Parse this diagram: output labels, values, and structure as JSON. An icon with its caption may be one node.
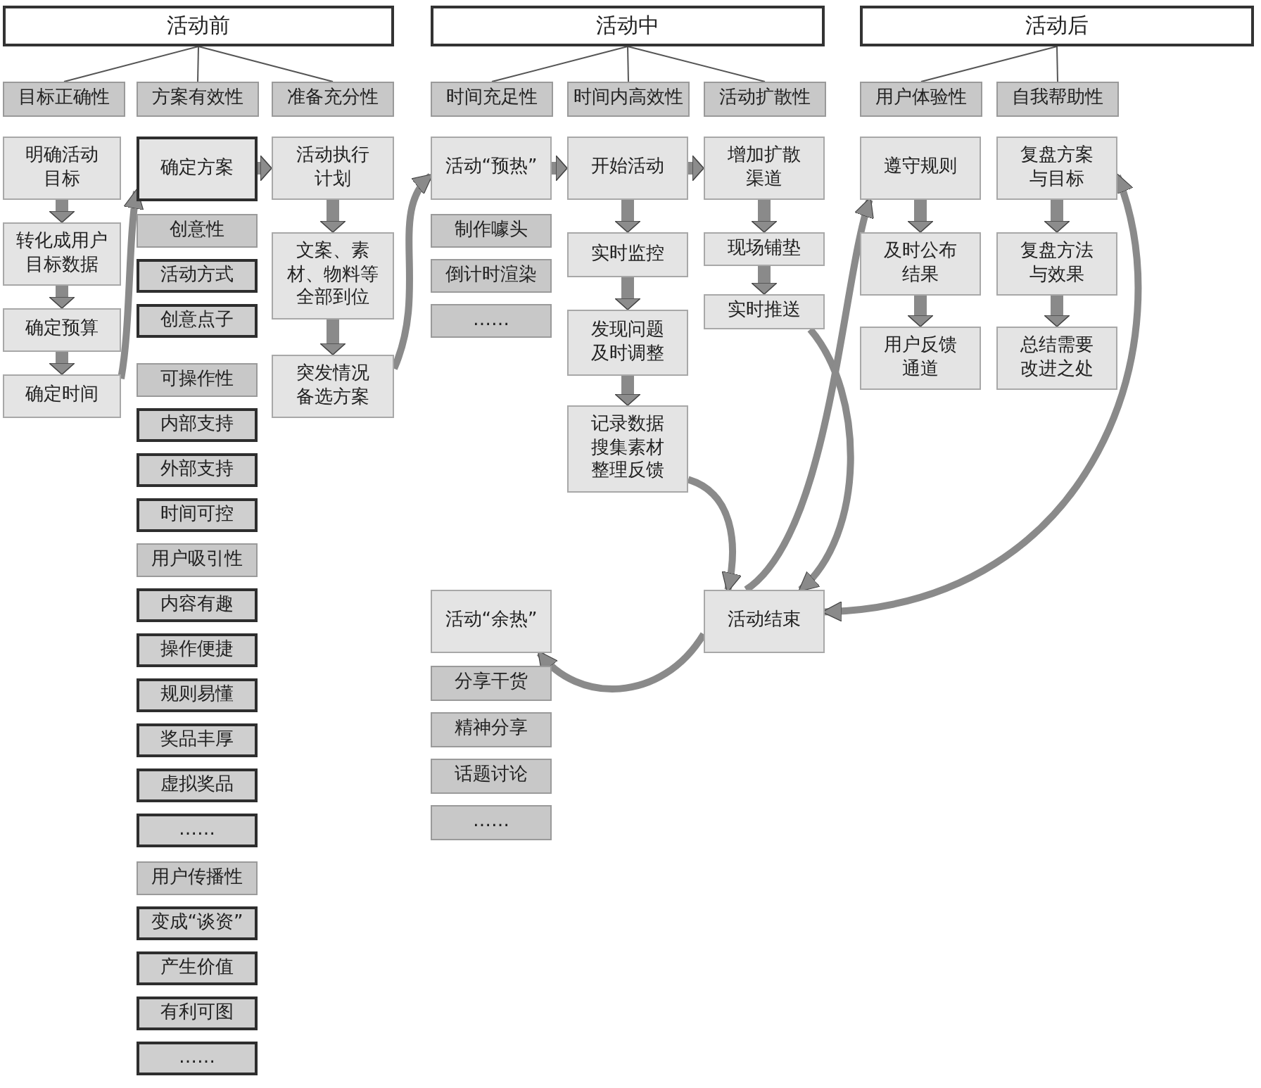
{
  "diagram": {
    "nodes": [
      {
        "text": [
          "活动前"
        ]
      },
      {
        "text": [
          "目标正确性"
        ]
      },
      {
        "text": [
          "方案有效性"
        ]
      },
      {
        "text": [
          "准备充分性"
        ]
      },
      {
        "text": [
          "明确活动目标"
        ]
      },
      {
        "text": [
          "转化成用户目标数据"
        ]
      },
      {
        "text": [
          "确定预算"
        ]
      },
      {
        "text": [
          "确定时间"
        ]
      },
      {
        "text": [
          "确定方案"
        ]
      },
      {
        "text": [
          "创意性"
        ]
      },
      {
        "text": [
          "活动方式"
        ]
      },
      {
        "text": [
          "创意点子"
        ]
      },
      {
        "text": [
          "可操作性"
        ]
      },
      {
        "text": [
          "内部支持"
        ]
      },
      {
        "text": [
          "外部支持"
        ]
      },
      {
        "text": [
          "时间可控"
        ]
      },
      {
        "text": [
          "用户吸引性"
        ]
      },
      {
        "text": [
          "内容有趣"
        ]
      },
      {
        "text": [
          "操作便捷"
        ]
      },
      {
        "text": [
          "规则易懂"
        ]
      },
      {
        "text": [
          "奖品丰厚"
        ]
      },
      {
        "text": [
          "虚拟奖品"
        ]
      },
      {
        "text": [
          "……"
        ]
      },
      {
        "text": [
          "用户传播性"
        ]
      },
      {
        "text": [
          "变成“谈资”"
        ]
      },
      {
        "text": [
          "产生价值"
        ]
      },
      {
        "text": [
          "有利可图"
        ]
      },
      {
        "text": [
          "……"
        ]
      },
      {
        "text": [
          "活动执行计划"
        ]
      },
      {
        "text": [
          "文案、素材、物料等全部到位"
        ]
      },
      {
        "text": [
          "突发情况备选方案"
        ]
      },
      {
        "text": [
          "活动中"
        ]
      },
      {
        "text": [
          "时间充足性"
        ]
      },
      {
        "text": [
          "时间内高效性"
        ]
      },
      {
        "text": [
          "活动扩散性"
        ]
      },
      {
        "text": [
          "活动“预热”"
        ]
      },
      {
        "text": [
          "制作噱头"
        ]
      },
      {
        "text": [
          "倒计时渲染"
        ]
      },
      {
        "text": [
          "……"
        ]
      },
      {
        "text": [
          "开始活动"
        ]
      },
      {
        "text": [
          "实时监控"
        ]
      },
      {
        "text": [
          "发现问题及时调整"
        ]
      },
      {
        "text": [
          "记录数据搜集素材整理反馈"
        ]
      },
      {
        "text": [
          "增加扩散渠道"
        ]
      },
      {
        "text": [
          "现场铺垫"
        ]
      },
      {
        "text": [
          "实时推送"
        ]
      },
      {
        "text": [
          "活动后"
        ]
      },
      {
        "text": [
          "用户体验性"
        ]
      },
      {
        "text": [
          "自我帮助性"
        ]
      },
      {
        "text": [
          "遵守规则"
        ]
      },
      {
        "text": [
          "及时公布结果"
        ]
      },
      {
        "text": [
          "用户反馈通道"
        ]
      },
      {
        "text": [
          "复盘方案与目标"
        ]
      },
      {
        "text": [
          "复盘方法与效果"
        ]
      },
      {
        "text": [
          "总结需要改进之处"
        ]
      },
      {
        "text": [
          "活动“余热”"
        ]
      },
      {
        "text": [
          "分享干货"
        ]
      },
      {
        "text": [
          "精神分享"
        ]
      },
      {
        "text": [
          "话题讨论"
        ]
      },
      {
        "text": [
          "……"
        ]
      },
      {
        "text": [
          "活动结束"
        ]
      }
    ],
    "edges": [
      {
        "from": 0,
        "to": 1,
        "arrow": "none"
      },
      {
        "from": 0,
        "to": 2,
        "arrow": "none"
      },
      {
        "from": 0,
        "to": 3,
        "arrow": "none"
      },
      {
        "from": 31,
        "to": 32,
        "arrow": "none"
      },
      {
        "from": 31,
        "to": 33,
        "arrow": "none"
      },
      {
        "from": 31,
        "to": 34,
        "arrow": "none"
      },
      {
        "from": 46,
        "to": 47,
        "arrow": "none"
      },
      {
        "from": 46,
        "to": 48,
        "arrow": "none"
      },
      {
        "from": 4,
        "to": 5,
        "arrow": "to"
      },
      {
        "from": 5,
        "to": 6,
        "arrow": "to"
      },
      {
        "from": 6,
        "to": 7,
        "arrow": "to"
      },
      {
        "from": 8,
        "to": 28,
        "arrow": "to"
      },
      {
        "from": 28,
        "to": 29,
        "arrow": "to"
      },
      {
        "from": 29,
        "to": 30,
        "arrow": "to"
      },
      {
        "from": 35,
        "to": 39,
        "arrow": "to"
      },
      {
        "from": 39,
        "to": 43,
        "arrow": "to"
      },
      {
        "from": 39,
        "to": 40,
        "arrow": "to"
      },
      {
        "from": 40,
        "to": 41,
        "arrow": "to"
      },
      {
        "from": 41,
        "to": 42,
        "arrow": "to"
      },
      {
        "from": 43,
        "to": 44,
        "arrow": "to"
      },
      {
        "from": 44,
        "to": 45,
        "arrow": "to"
      },
      {
        "from": 49,
        "to": 50,
        "arrow": "to"
      },
      {
        "from": 50,
        "to": 51,
        "arrow": "to"
      },
      {
        "from": 52,
        "to": 53,
        "arrow": "to"
      },
      {
        "from": 53,
        "to": 54,
        "arrow": "to"
      },
      {
        "from": 7,
        "to": 8,
        "arrow": "to"
      },
      {
        "from": 30,
        "to": 35,
        "arrow": "to"
      },
      {
        "from": 42,
        "to": 60,
        "arrow": "to"
      },
      {
        "from": 45,
        "to": 60,
        "arrow": "to"
      },
      {
        "from": 60,
        "to": 49,
        "arrow": "to"
      },
      {
        "from": 60,
        "to": 52,
        "arrow": "both"
      },
      {
        "from": 60,
        "to": 55,
        "arrow": "to"
      }
    ]
  }
}
